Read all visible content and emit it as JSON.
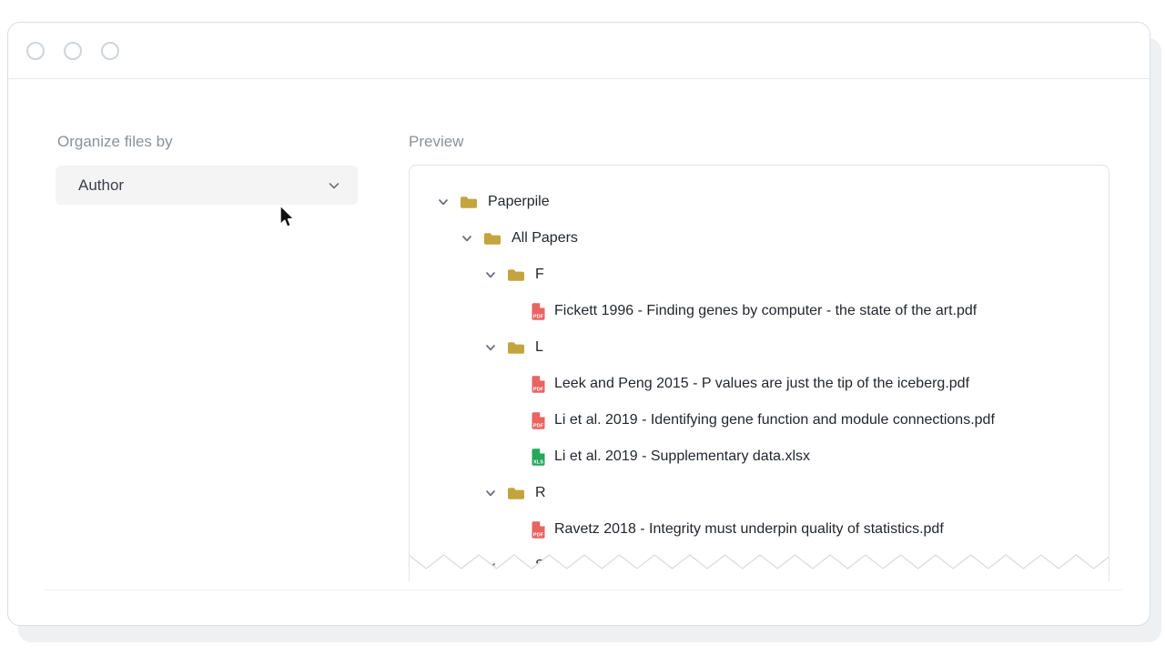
{
  "window": {
    "controls": [
      {
        "name": "close"
      },
      {
        "name": "minimize"
      },
      {
        "name": "maximize"
      }
    ]
  },
  "organize": {
    "label": "Organize files by",
    "value": "Author"
  },
  "preview": {
    "label": "Preview"
  },
  "tree": {
    "rows": [
      {
        "type": "folder",
        "level": 0,
        "label": "Paperpile",
        "expanded": true
      },
      {
        "type": "folder",
        "level": 1,
        "label": "All Papers",
        "expanded": true
      },
      {
        "type": "folder",
        "level": 2,
        "label": "F",
        "expanded": true
      },
      {
        "type": "file",
        "icon": "pdf",
        "level": 3,
        "label": "Fickett 1996 - Finding genes by computer - the state of the art.pdf"
      },
      {
        "type": "folder",
        "level": 2,
        "label": "L",
        "expanded": true
      },
      {
        "type": "file",
        "icon": "pdf",
        "level": 3,
        "label": "Leek and Peng 2015 - P values are just the tip of the iceberg.pdf"
      },
      {
        "type": "file",
        "icon": "pdf",
        "level": 3,
        "label": "Li et al. 2019 - Identifying gene function and module connections.pdf"
      },
      {
        "type": "file",
        "icon": "xls",
        "level": 3,
        "label": "Li et al. 2019 - Supplementary data.xlsx"
      },
      {
        "type": "folder",
        "level": 2,
        "label": "R",
        "expanded": true
      },
      {
        "type": "file",
        "icon": "pdf",
        "level": 3,
        "label": "Ravetz 2018 - Integrity must underpin quality of statistics.pdf"
      },
      {
        "type": "folder",
        "level": 2,
        "label": "S",
        "expanded": true,
        "partial": true
      }
    ]
  },
  "icons": {
    "pdf_badge": "PDF",
    "xls_badge": "XLS"
  },
  "colors": {
    "pdf": "#e96361",
    "xls": "#26a75a",
    "folder": "#c4a43e",
    "chevron": "#636c77",
    "window_dot_ring": "#ced4dc",
    "torn_edge_stroke": "#d9dde2"
  }
}
